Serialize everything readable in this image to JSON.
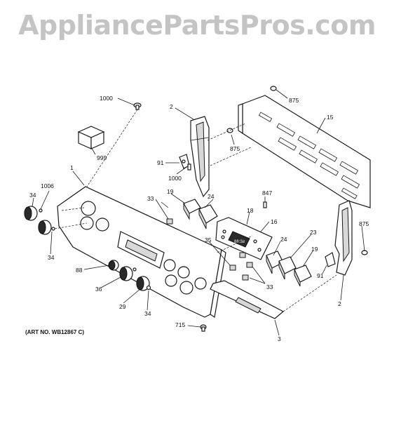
{
  "watermark": "AppliancePartsPros.com",
  "art_number": "(ART NO. WB12867 C)",
  "callouts": {
    "c1000_top": "1000",
    "c2_top": "2",
    "c875_top": "875",
    "c15": "15",
    "c875_mid": "875",
    "c999": "999",
    "c91_top": "91",
    "c1000_mid": "1000",
    "c1": "1",
    "c1006": "1006",
    "c34_left": "34",
    "c33_top": "33",
    "c19_top": "19",
    "c24_top": "24",
    "c847": "847",
    "c18": "18",
    "c16": "16",
    "c875_right": "875",
    "c34_bottom_left": "34",
    "c23": "23",
    "c35": "35",
    "c24_mid": "24",
    "c19_mid": "19",
    "c91_right": "91",
    "c88": "88",
    "c36": "36",
    "c33_bottom": "33",
    "c2_right": "2",
    "c29": "29",
    "c34_bottom": "34",
    "c715": "715",
    "c3": "3"
  },
  "display_readout": "88:88"
}
